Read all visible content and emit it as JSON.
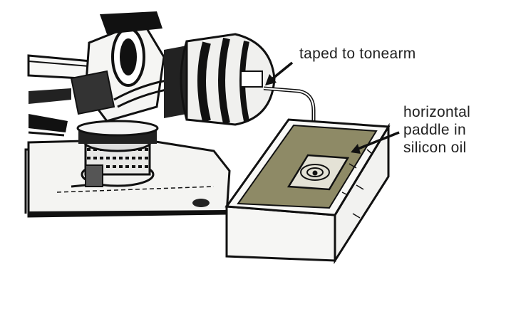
{
  "labels": {
    "tonearm": "taped to tonearm",
    "paddle": [
      "horizontal",
      "paddle in",
      "silicon oil"
    ]
  },
  "colors": {
    "ink": "#111111",
    "oil": "#8e8a66",
    "paddle": "#e4e2d6",
    "text": "#222222"
  }
}
